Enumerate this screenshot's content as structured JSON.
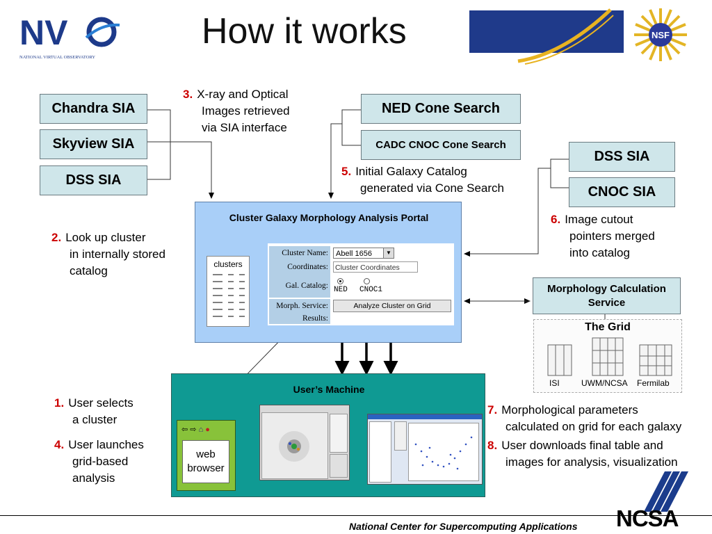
{
  "logos": {
    "nvo_letters": "NV",
    "nvo_caption": "NATIONAL VIRTUAL OBSERVATORY",
    "nsf": "NSF",
    "ncsa": "NCSA"
  },
  "title": "How it works",
  "sources_left": [
    "Chandra SIA",
    "Skyview SIA",
    "DSS SIA"
  ],
  "sources_mid": [
    "NED Cone Search",
    "CADC CNOC Cone Search"
  ],
  "sources_right": [
    "DSS SIA",
    "CNOC SIA"
  ],
  "steps": {
    "s1": {
      "num": "1.",
      "lines": [
        "User selects",
        "a cluster"
      ]
    },
    "s2": {
      "num": "2.",
      "lines": [
        "Look up cluster",
        "in internally stored",
        "catalog"
      ]
    },
    "s3": {
      "num": "3.",
      "lines": [
        "X-ray and Optical",
        "Images retrieved",
        "via SIA interface"
      ]
    },
    "s4": {
      "num": "4.",
      "lines": [
        "User launches",
        "grid-based",
        "analysis"
      ]
    },
    "s5": {
      "num": "5.",
      "lines": [
        "Initial Galaxy Catalog",
        "generated via Cone Search"
      ]
    },
    "s6": {
      "num": "6.",
      "lines": [
        "Image cutout",
        "pointers merged",
        "into catalog"
      ]
    },
    "s7": {
      "num": "7.",
      "lines": [
        "Morphological parameters",
        "calculated on grid for each galaxy"
      ]
    },
    "s8": {
      "num": "8.",
      "lines": [
        "User downloads final table and",
        "images for analysis, visualization"
      ]
    }
  },
  "portal": {
    "title": "Cluster Galaxy Morphology Analysis Portal",
    "clusters_label": "clusters",
    "fields": {
      "cluster_name_label": "Cluster Name:",
      "cluster_name_value": "Abell 1656",
      "coordinates_label": "Coordinates:",
      "coordinates_value": "Cluster Coordinates",
      "gal_catalog_label": "Gal. Catalog:",
      "catalog_option_1": "NED",
      "catalog_option_2": "CNOC1",
      "morph_service_label": "Morph. Service:",
      "analyze_button": "Analyze Cluster on Grid",
      "results_label": "Results:"
    }
  },
  "morph_service": [
    "Morphology Calculation",
    "Service"
  ],
  "grid": {
    "title": "The Grid",
    "sites": [
      "ISI",
      "UWM/NCSA",
      "Fermilab"
    ]
  },
  "machine": {
    "title": "User’s Machine",
    "browser_lines": [
      "web",
      "browser"
    ]
  },
  "footer": "National Center for Supercomputing Applications"
}
